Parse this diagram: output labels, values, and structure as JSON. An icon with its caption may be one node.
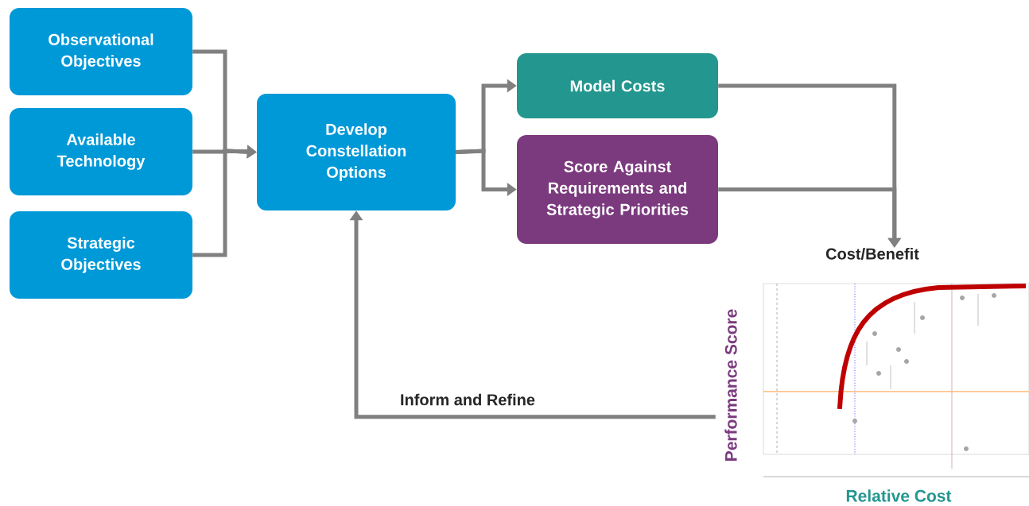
{
  "diagram": {
    "nodes": [
      {
        "text": [
          "Observational Objectives"
        ]
      },
      {
        "text": [
          "Available Technology"
        ]
      },
      {
        "text": [
          "Strategic Objectives"
        ]
      },
      {
        "text": [
          "Develop Constellation Options"
        ]
      },
      {
        "text": [
          "Model Costs"
        ]
      },
      {
        "text": [
          "Score Against Requirements and Strategic Priorities"
        ]
      },
      {
        "text": [
          "Cost/Benefit"
        ],
        "beside": [
          "Performance Score",
          "Relative Cost"
        ]
      }
    ],
    "edges": [
      {
        "from": 0,
        "to": 3,
        "arrow": "to"
      },
      {
        "from": 1,
        "to": 3,
        "arrow": "to"
      },
      {
        "from": 2,
        "to": 3,
        "arrow": "to"
      },
      {
        "from": 3,
        "to": 4,
        "arrow": "to"
      },
      {
        "from": 3,
        "to": 5,
        "arrow": "to"
      },
      {
        "from": 4,
        "to": 6,
        "arrow": "to"
      },
      {
        "from": 5,
        "to": 6,
        "arrow": "to"
      },
      {
        "from": 6,
        "to": 3,
        "arrow": "to",
        "label": "Inform and Refine"
      }
    ]
  }
}
